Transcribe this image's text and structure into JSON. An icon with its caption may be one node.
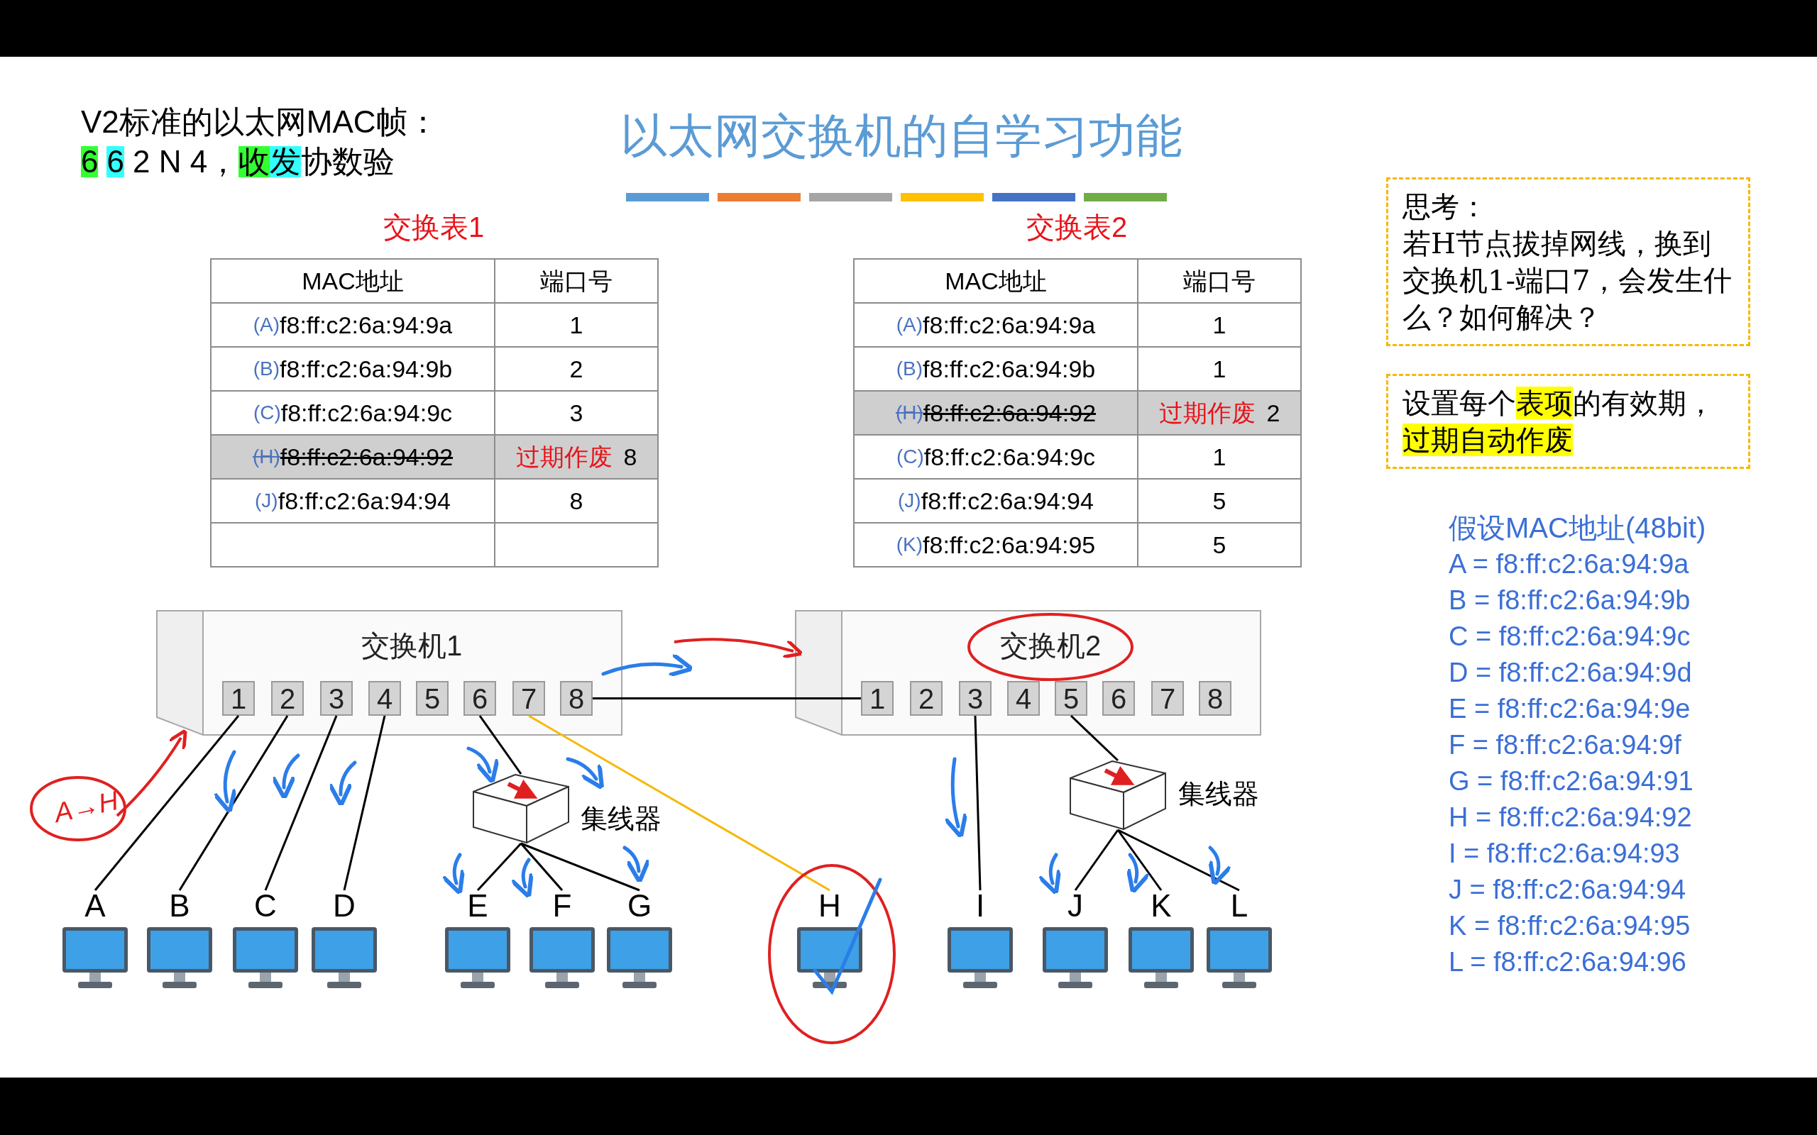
{
  "diagram": {
    "title": "以太网交换机的自学习功能",
    "nodes": [
      {
        "text": [
          "交换机1"
        ]
      },
      {
        "text": [
          "1"
        ],
        "in": 0
      },
      {
        "text": [
          "2"
        ],
        "in": 0
      },
      {
        "text": [
          "3"
        ],
        "in": 0
      },
      {
        "text": [
          "4"
        ],
        "in": 0
      },
      {
        "text": [
          "5"
        ],
        "in": 0
      },
      {
        "text": [
          "6"
        ],
        "in": 0
      },
      {
        "text": [
          "7"
        ],
        "in": 0
      },
      {
        "text": [
          "8"
        ],
        "in": 0
      },
      {
        "text": [
          "交换机2"
        ]
      },
      {
        "text": [
          "1"
        ],
        "in": 9
      },
      {
        "text": [
          "2"
        ],
        "in": 9
      },
      {
        "text": [
          "3"
        ],
        "in": 9
      },
      {
        "text": [
          "4"
        ],
        "in": 9
      },
      {
        "text": [
          "5"
        ],
        "in": 9
      },
      {
        "text": [
          "6"
        ],
        "in": 9
      },
      {
        "text": [
          "7"
        ],
        "in": 9
      },
      {
        "text": [
          "8"
        ],
        "in": 9
      },
      {
        "text": [],
        "shape": "box",
        "beside": [
          "集线器"
        ]
      },
      {
        "text": [],
        "shape": "box",
        "beside": [
          "集线器"
        ]
      },
      {
        "text": [
          "A"
        ]
      },
      {
        "text": [
          "B"
        ]
      },
      {
        "text": [
          "C"
        ]
      },
      {
        "text": [
          "D"
        ]
      },
      {
        "text": [
          "E"
        ]
      },
      {
        "text": [
          "F"
        ]
      },
      {
        "text": [
          "G"
        ]
      },
      {
        "text": [
          "H"
        ]
      },
      {
        "text": [
          "I"
        ]
      },
      {
        "text": [
          "J"
        ]
      },
      {
        "text": [
          "K"
        ]
      },
      {
        "text": [
          "L"
        ]
      },
      {
        "text": [
          "思考：",
          "若H节点拔掉网线，换到交换机1-端口7，会发生什么？如何解决？"
        ]
      },
      {
        "text": [
          "设置每个",
          "表项",
          "的有效期，",
          "过期自动作废"
        ]
      }
    ],
    "edges": [
      {
        "from": 1,
        "to": 20,
        "arrow": "none"
      },
      {
        "from": 2,
        "to": 21,
        "arrow": "none"
      },
      {
        "from": 3,
        "to": 22,
        "arrow": "none"
      },
      {
        "from": 4,
        "to": 23,
        "arrow": "none"
      },
      {
        "from": 6,
        "to": 18,
        "arrow": "none"
      },
      {
        "from": 18,
        "to": 24,
        "arrow": "none"
      },
      {
        "from": 18,
        "to": 25,
        "arrow": "none"
      },
      {
        "from": 18,
        "to": 26,
        "arrow": "none"
      },
      {
        "from": 7,
        "to": 27,
        "arrow": "none",
        "color": "#f5b800"
      },
      {
        "from": 8,
        "to": 10,
        "arrow": "none"
      },
      {
        "from": 12,
        "to": 28,
        "arrow": "none"
      },
      {
        "from": 14,
        "to": 19,
        "arrow": "none"
      },
      {
        "from": 19,
        "to": 29,
        "arrow": "none"
      },
      {
        "from": 19,
        "to": 30,
        "arrow": "none"
      },
      {
        "from": 19,
        "to": 31,
        "arrow": "none"
      }
    ],
    "labels": [
      "V2标准的以太网MAC帧：",
      "6",
      "6",
      "2 N 4，",
      "收",
      "发",
      "协数验",
      "交换表1",
      "MAC地址",
      "端口号",
      "(A)",
      "f8:ff:c2:6a:94:9a",
      "1",
      "(B)",
      "f8:ff:c2:6a:94:9b",
      "2",
      "(C)",
      "f8:ff:c2:6a:94:9c",
      "3",
      "(H)",
      "f8:ff:c2:6a:94:92",
      "过期作废",
      "8",
      "(J)",
      "f8:ff:c2:6a:94:94",
      "8",
      "交换表2",
      "MAC地址",
      "端口号",
      "(A)",
      "f8:ff:c2:6a:94:9a",
      "1",
      "(B)",
      "f8:ff:c2:6a:94:9b",
      "1",
      "(H)",
      "f8:ff:c2:6a:94:92",
      "过期作废",
      "2",
      "(C)",
      "f8:ff:c2:6a:94:9c",
      "1",
      "(J)",
      "f8:ff:c2:6a:94:94",
      "5",
      "(K)",
      "f8:ff:c2:6a:94:95",
      "5",
      "假设MAC地址(48bit)",
      "A = f8:ff:c2:6a:94:9a",
      "B = f8:ff:c2:6a:94:9b",
      "C = f8:ff:c2:6a:94:9c",
      "D = f8:ff:c2:6a:94:9d",
      "E = f8:ff:c2:6a:94:9e",
      "F = f8:ff:c2:6a:94:9f",
      "G = f8:ff:c2:6a:94:91",
      "H = f8:ff:c2:6a:94:92",
      "I = f8:ff:c2:6a:94:93",
      "J = f8:ff:c2:6a:94:94",
      "K = f8:ff:c2:6a:94:95",
      "L = f8:ff:c2:6a:94:96",
      "A→H"
    ]
  }
}
